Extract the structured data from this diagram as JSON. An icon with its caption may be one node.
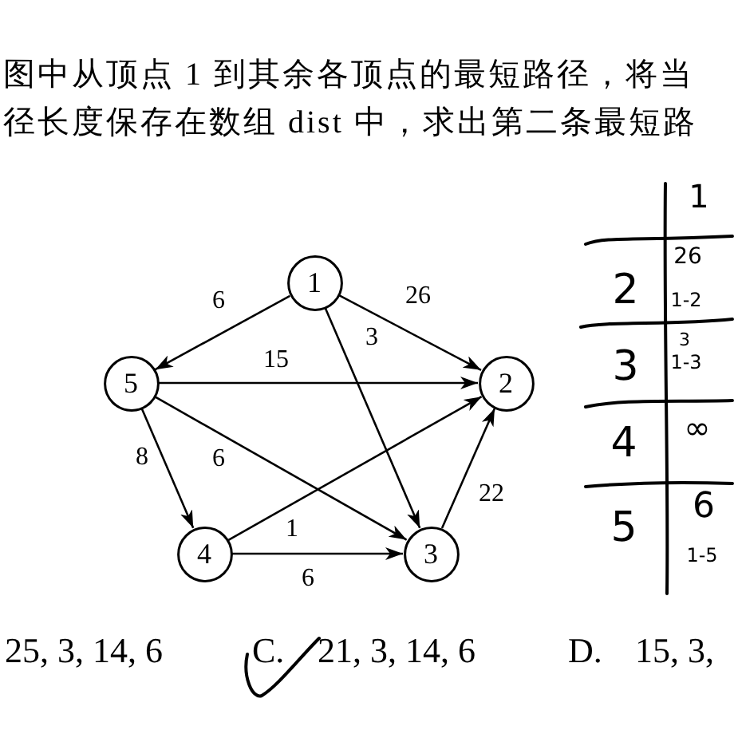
{
  "diagram": {
    "nodes": [
      {
        "text": [
          "1"
        ]
      },
      {
        "text": [
          "5"
        ]
      },
      {
        "text": [
          "2"
        ]
      },
      {
        "text": [
          "4"
        ]
      },
      {
        "text": [
          "3"
        ]
      }
    ],
    "edges": [
      {
        "from": 0,
        "to": 1,
        "arrow": "to",
        "label": "6"
      },
      {
        "from": 0,
        "to": 2,
        "arrow": "to",
        "label": "26"
      },
      {
        "from": 0,
        "to": 4,
        "arrow": "to",
        "label": "3"
      },
      {
        "from": 1,
        "to": 2,
        "arrow": "to",
        "label": "15"
      },
      {
        "from": 1,
        "to": 3,
        "arrow": "to",
        "label": "8"
      },
      {
        "from": 1,
        "to": 4,
        "arrow": "to",
        "label": "6"
      },
      {
        "from": 3,
        "to": 2,
        "arrow": "to",
        "label": "1"
      },
      {
        "from": 3,
        "to": 4,
        "arrow": "to",
        "label": "6"
      },
      {
        "from": 4,
        "to": 2,
        "arrow": "to",
        "label": "22"
      }
    ],
    "labels": [
      "图中从顶点 1 到其余各顶点的最短路径，将当",
      "径长度保存在数组 dist 中，求出第二条最短路",
      "1",
      "2",
      "26",
      "1-2",
      "3",
      "3",
      "1-3",
      "4",
      "∞",
      "5",
      "6",
      "1-5",
      "25, 3, 14, 6",
      "C.",
      "21, 3, 14, 6",
      "D.",
      "15, 3,"
    ]
  }
}
